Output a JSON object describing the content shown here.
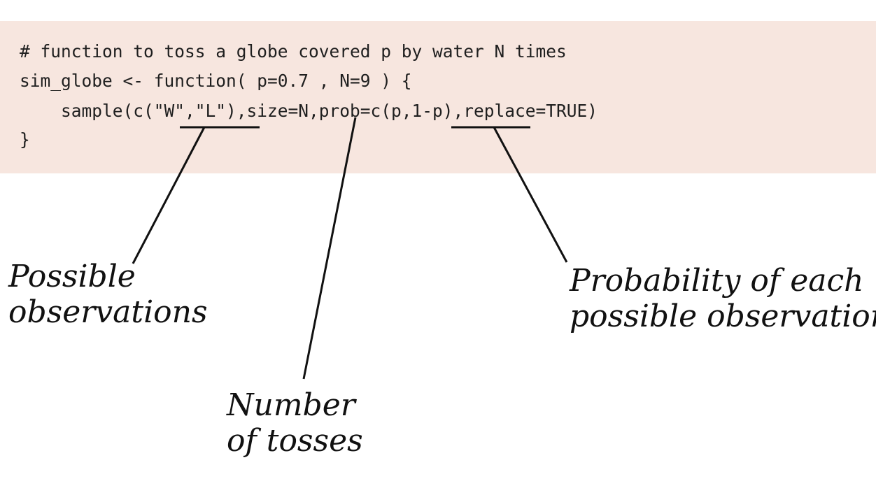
{
  "code": {
    "lines": [
      "# function to toss a globe covered p by water N times",
      "sim_globe <- function( p=0.7 , N=9 ) {",
      "    sample(c(\"W\",\"L\"),size=N,prob=c(p,1-p),replace=TRUE)",
      "}"
    ]
  },
  "annotations": {
    "observations": {
      "line1": "Possible",
      "line2": "observations"
    },
    "tosses": {
      "line1": "Number",
      "line2": "of tosses"
    },
    "probability": {
      "line1": "Probability of each",
      "line2": "possible observation"
    }
  },
  "colors": {
    "code_background": "#f7e6df",
    "text": "#111111"
  }
}
